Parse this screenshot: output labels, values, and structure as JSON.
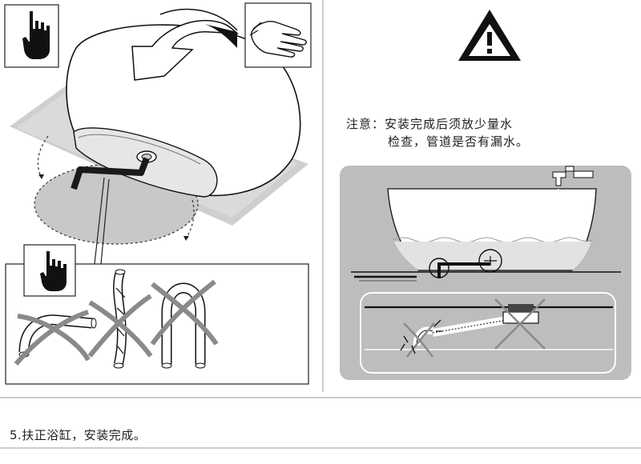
{
  "notice": {
    "line1": "注意：安装完成后须放少量水",
    "line2": "检查，管道是否有漏水。"
  },
  "step": {
    "text": "5.扶正浴缸，安装完成。"
  },
  "icons": {
    "hand_top": "hand-pointing-icon",
    "gloves": "gloves-icon",
    "warning": "warning-triangle-icon",
    "hand_inset": "hand-pointing-icon"
  },
  "colors": {
    "panel_bg": "#bdbdbd",
    "line": "#1a1a1a",
    "cross": "#8a8a8a"
  }
}
